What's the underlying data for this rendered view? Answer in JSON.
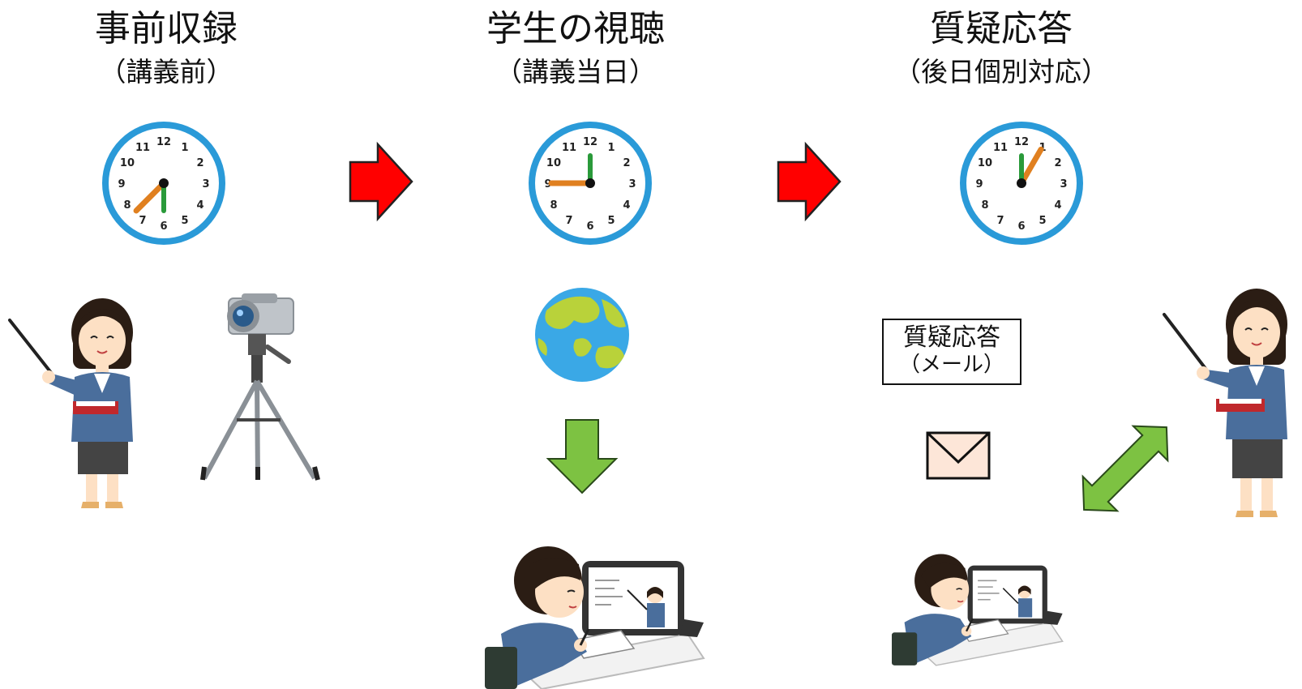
{
  "steps": [
    {
      "title": "事前収録",
      "subtitle": "（講義前）",
      "clock": {
        "hour": 7.5
      }
    },
    {
      "title": "学生の視聴",
      "subtitle": "（講義当日）",
      "clock": {
        "hour": 9
      }
    },
    {
      "title": "質疑応答",
      "subtitle": "（後日個別対応）",
      "clock": {
        "hour": 1
      }
    }
  ],
  "mail_label": {
    "line1": "質疑応答",
    "line2": "（メール）"
  },
  "colors": {
    "clock_rim": "#2a9ad8",
    "hour_hand": "#e08020",
    "minute_hand": "#2a9a3a",
    "step_arrow": "#ff0000",
    "flow_arrow": "#7dc242",
    "envelope": "#fde6d8",
    "suit": "#4a6e9c",
    "skirt": "#444444",
    "skin": "#fde0c4",
    "hair": "#2b1d14",
    "desk": "#f2f2f2",
    "globe_ocean": "#3aa8e6",
    "globe_land": "#b9d23a"
  },
  "clock_numbers": [
    "12",
    "1",
    "2",
    "3",
    "4",
    "5",
    "6",
    "7",
    "8",
    "9",
    "10",
    "11"
  ],
  "icons": [
    "clock-icon",
    "right-arrow-icon",
    "down-arrow-icon",
    "double-arrow-icon",
    "globe-icon",
    "envelope-icon",
    "video-camera-icon",
    "tripod-icon",
    "teacher-icon",
    "student-icon",
    "tablet-icon"
  ]
}
